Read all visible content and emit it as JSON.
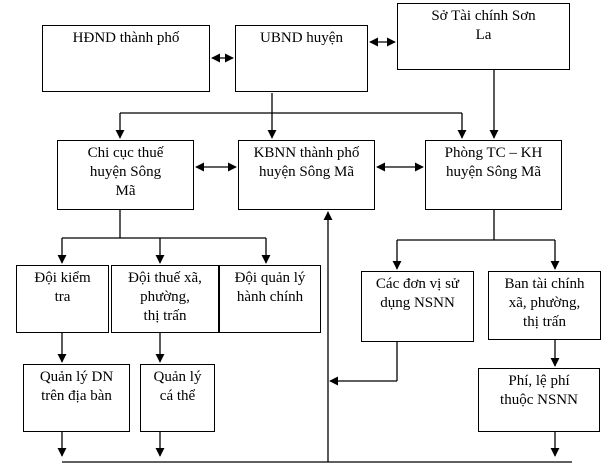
{
  "boxes": {
    "hdnd": "HĐND thành phố",
    "ubnd": "UBND huyện",
    "so_tai_chinh": "Sở Tài chính Sơn\nLa",
    "chi_cuc_thue": "Chi cục thuế\nhuyện Sông\nMã",
    "kbnn": "KBNN thành phố\nhuyện Sông Mã",
    "phong_tckh": "Phòng TC – KH\nhuyện Sông Mã",
    "doi_kiem_tra": "Đội kiểm\ntra",
    "doi_thue": "Đội thuế xã,\nphường,\nthị trấn",
    "doi_quan_ly": "Đội quản lý\nhành chính",
    "don_vi_nsnn": "Các đơn vị sử\ndụng NSNN",
    "ban_tai_chinh": "Ban tài chính\nxã, phường,\nthị trấn",
    "quan_ly_dn": "Quản lý DN\ntrên địa bàn",
    "quan_ly_ca_the": "Quản lý\ncá thể",
    "phi_le_phi": "Phí, lệ phí\nthuộc NSNN"
  }
}
